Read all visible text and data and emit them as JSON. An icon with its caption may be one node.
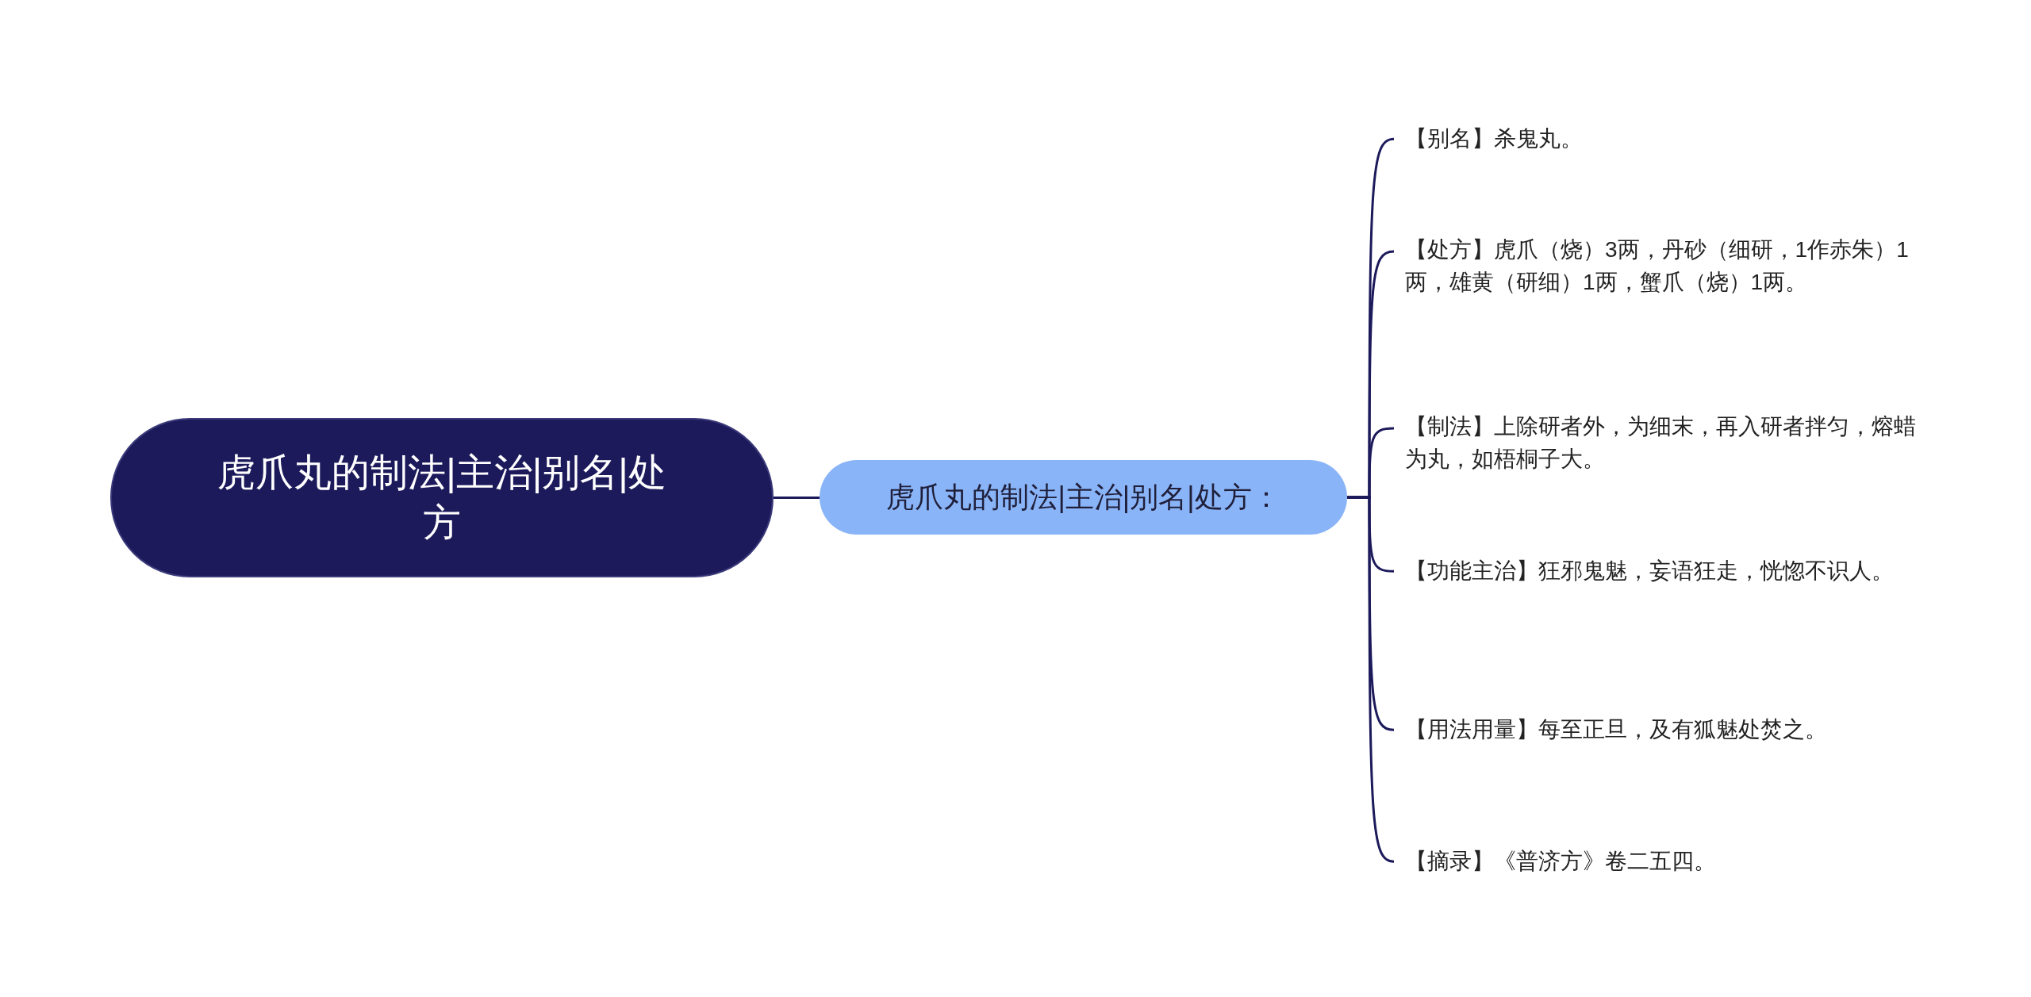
{
  "diagram": {
    "nodes": [
      {
        "text": [
          "虎爪丸的制法|主治|别名|处方"
        ]
      },
      {
        "text": [
          "虎爪丸的制法|主治|别名|处方："
        ]
      },
      {
        "text": [
          "【别名】杀鬼丸。"
        ]
      },
      {
        "text": [
          "【处方】虎爪（烧）3两，丹砂（细研，1作赤朱）1两，雄黄（研细）1两，蟹爪（烧）1两。"
        ]
      },
      {
        "text": [
          "【制法】上除研者外，为细末，再入研者拌匀，熔蜡为丸，如梧桐子大。"
        ]
      },
      {
        "text": [
          "【功能主治】狂邪鬼魅，妄语狂走，恍惚不识人。"
        ]
      },
      {
        "text": [
          "【用法用量】每至正旦，及有狐魅处焚之。"
        ]
      },
      {
        "text": [
          "【摘录】《普济方》卷二五四。"
        ]
      }
    ],
    "edges": [
      {
        "from": 0,
        "to": 1,
        "arrow": "none"
      },
      {
        "from": 1,
        "to": 2,
        "arrow": "none"
      },
      {
        "from": 1,
        "to": 3,
        "arrow": "none"
      },
      {
        "from": 1,
        "to": 4,
        "arrow": "none"
      },
      {
        "from": 1,
        "to": 5,
        "arrow": "none"
      },
      {
        "from": 1,
        "to": 6,
        "arrow": "none"
      },
      {
        "from": 1,
        "to": 7,
        "arrow": "none"
      }
    ]
  }
}
